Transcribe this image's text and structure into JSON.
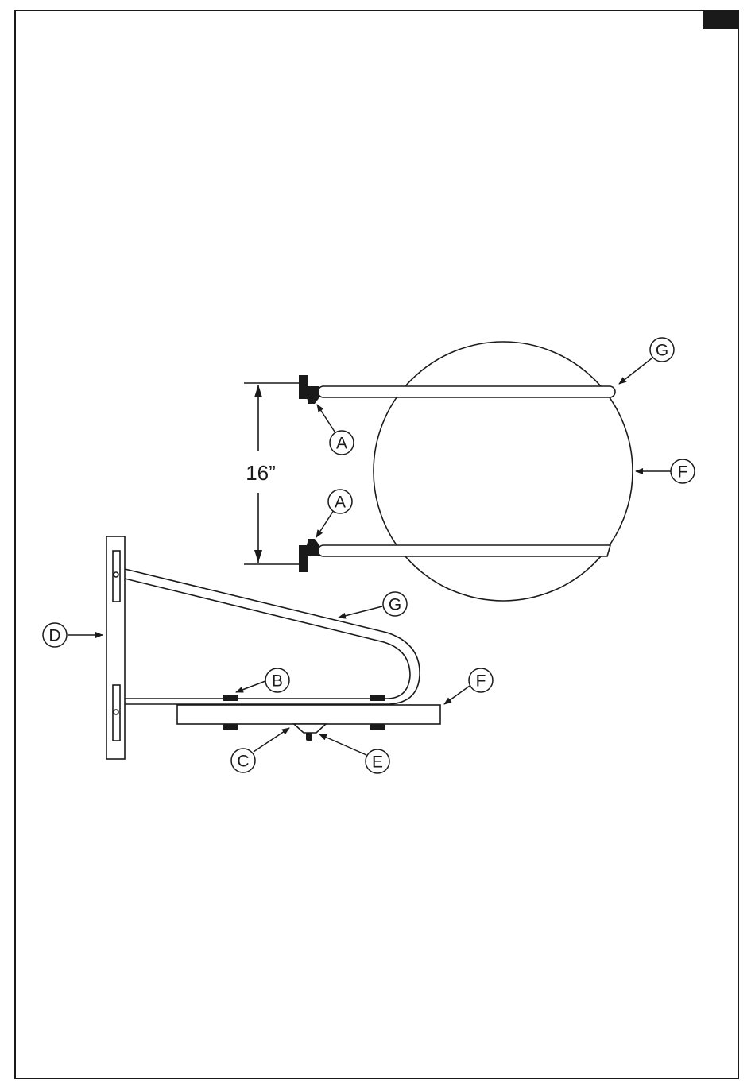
{
  "colors": {
    "ink": "#1a1a1a",
    "paper": "#ffffff",
    "tab": "#1a1a1a"
  },
  "dimension": {
    "label": "16”"
  },
  "callouts": {
    "a_upper": "A",
    "a_lower": "A",
    "b": "B",
    "c": "C",
    "d": "D",
    "e": "E",
    "f_top": "F",
    "f_side": "F",
    "g_top": "G",
    "g_side": "G"
  }
}
